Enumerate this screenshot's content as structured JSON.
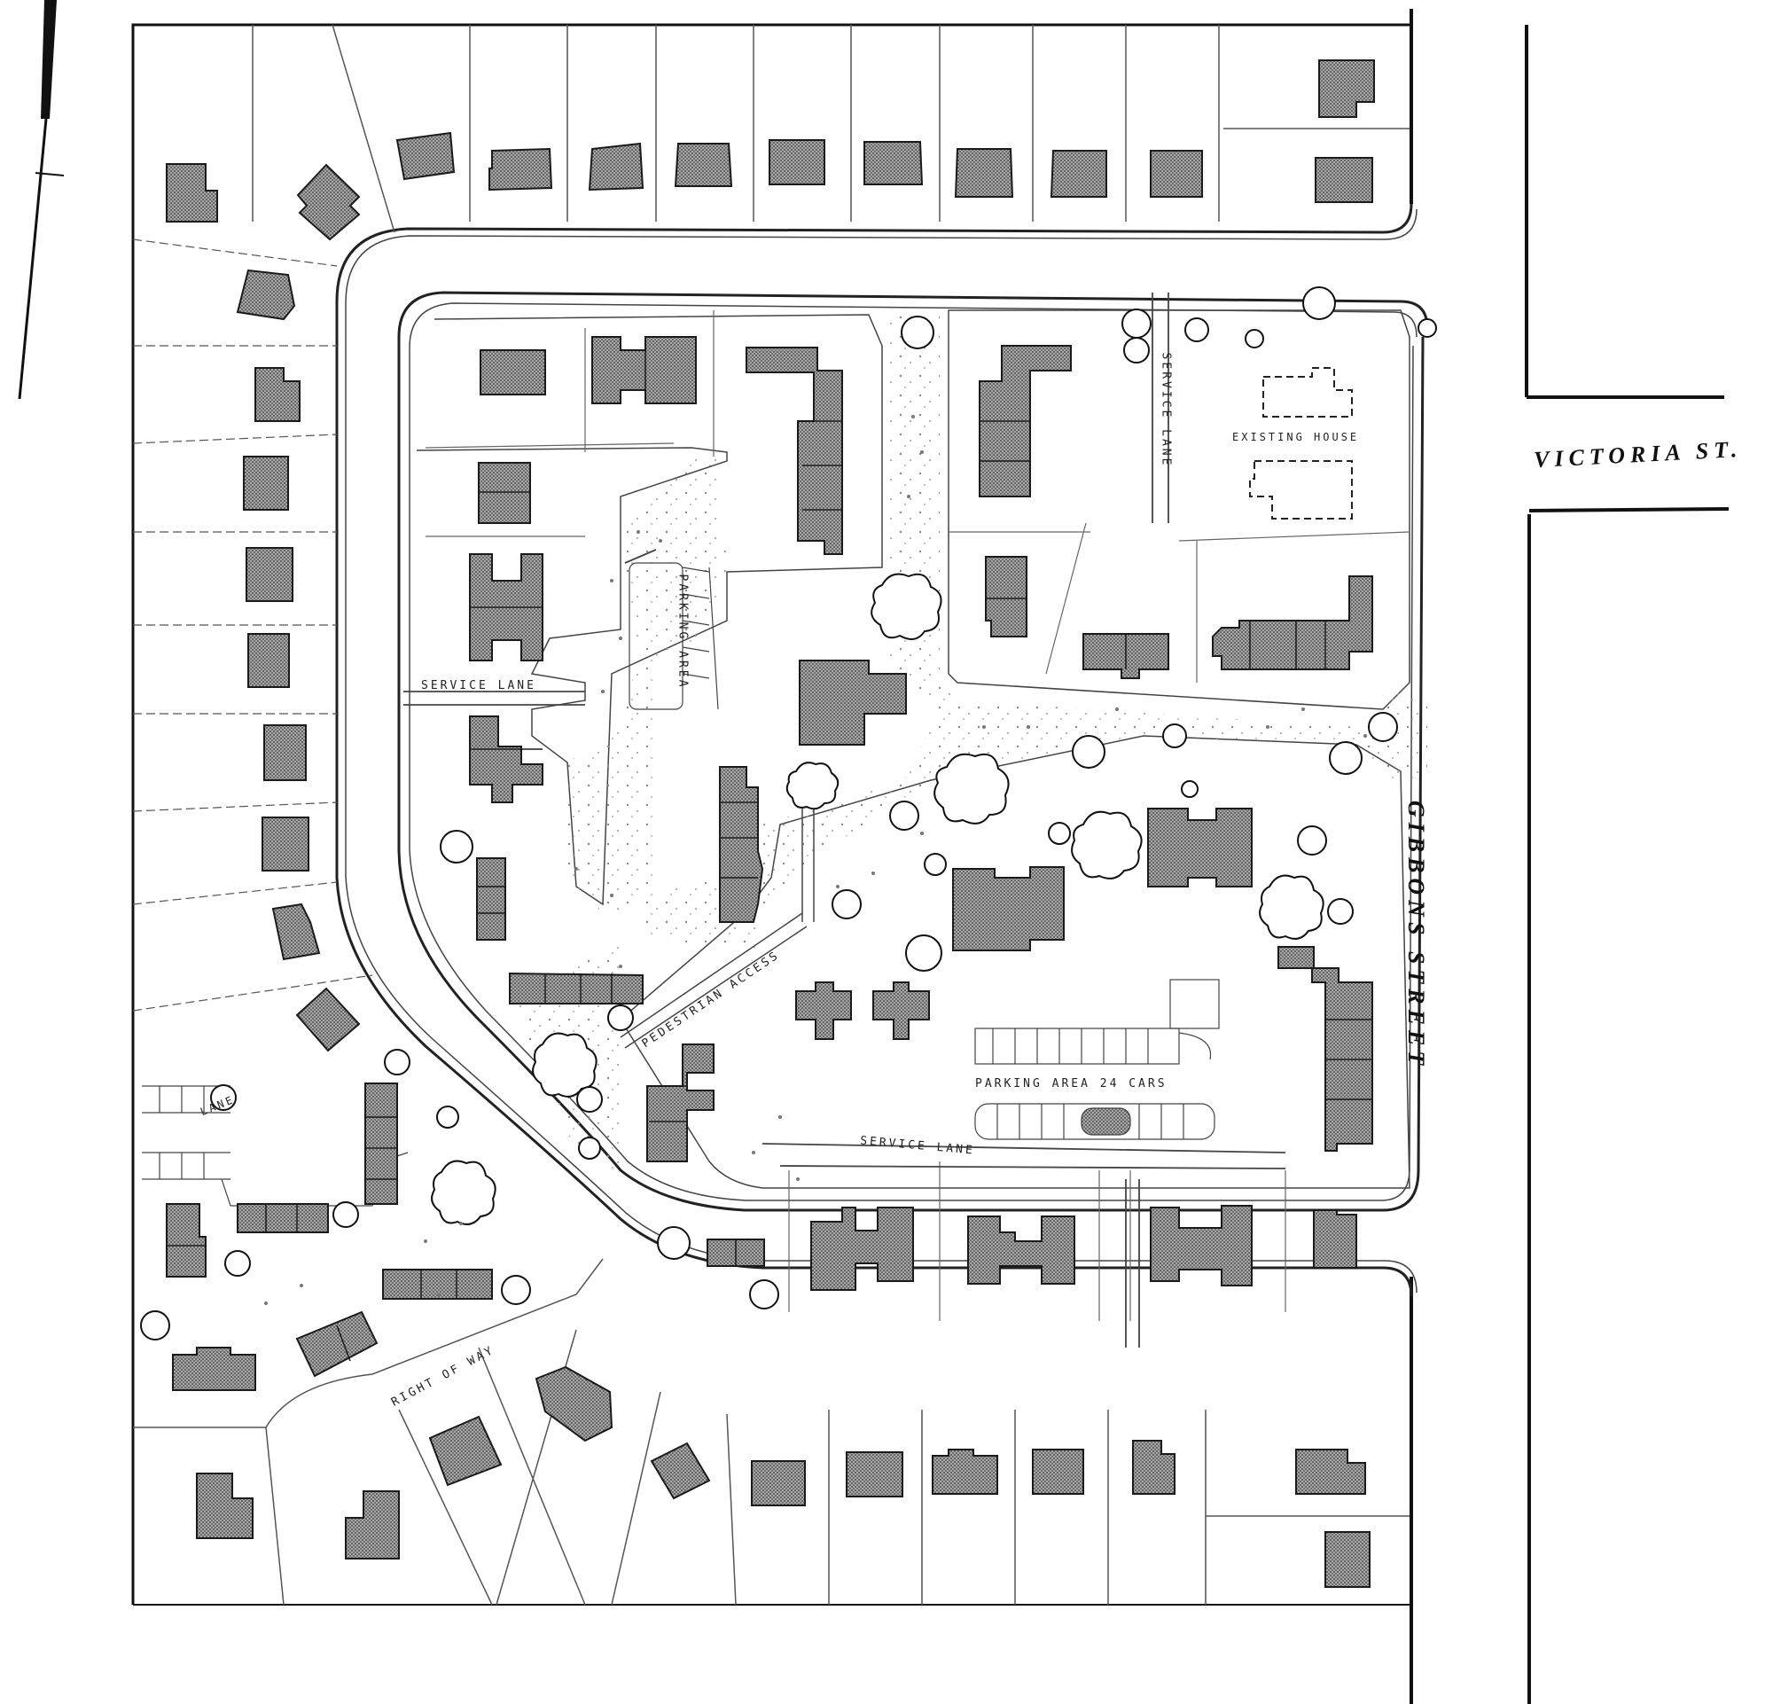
{
  "map": {
    "streets": {
      "victoria": "VICTORIA ST.",
      "gibbons": "GIBBONS STREET"
    },
    "labels": {
      "parking_area_top": "PARKING AREA",
      "parking_area_bottom": "PARKING AREA 24 CARS",
      "service_lane_left": "SERVICE LANE",
      "service_lane_bottom": "SERVICE LANE",
      "service_lane_top": "SERVICE LANE",
      "existing_house": "EXISTING HOUSE",
      "right_of_way": "RIGHT OF WAY",
      "pedestrian_access": "PEDESTRIAN ACCESS",
      "lane": "LANE"
    },
    "colors": {
      "building_fill": "#8a8a8a",
      "building_stroke": "#1a1a1a",
      "road_line": "#222222",
      "lot_line": "#555555",
      "tree_stroke": "#111111",
      "path_stipple": "#888888"
    }
  }
}
